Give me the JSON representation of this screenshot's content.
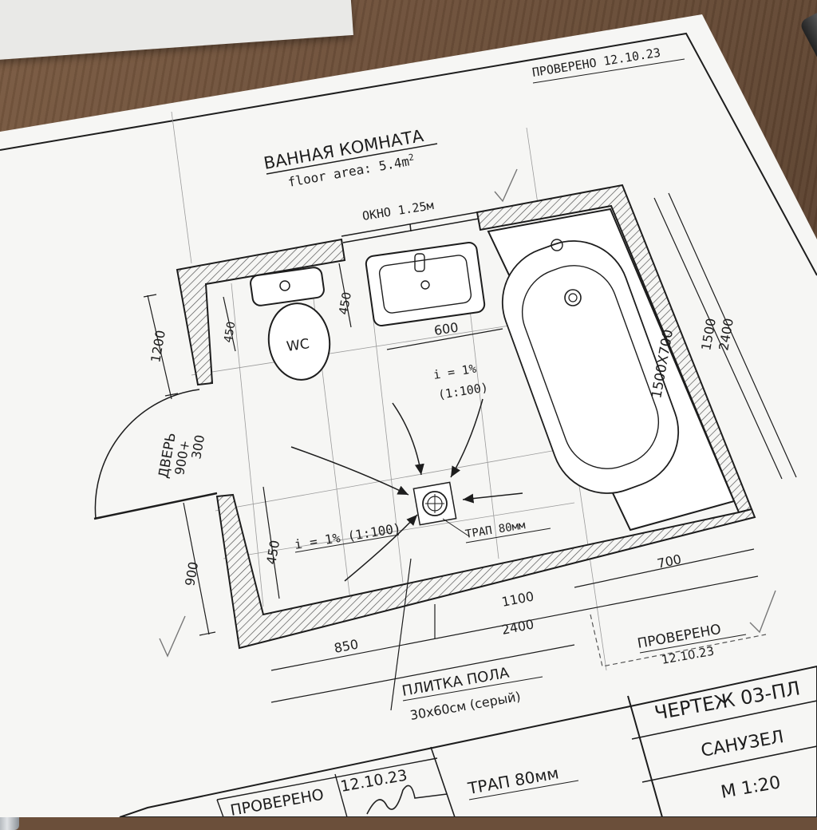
{
  "stamp_top": "ПРОВЕРЕНО 12.10.23",
  "room": {
    "title": "ВАННАЯ КОМНАТА",
    "area_prefix": "floor area: 5.4m",
    "area_sup": "2"
  },
  "window_label": "ОКНО 1.25м",
  "fixtures": {
    "wc": "WC",
    "bathtub": "1500Х700",
    "drain": "ТРАП 80мм"
  },
  "door": {
    "line1": "ДВЕРЬ",
    "line2": "900+",
    "line3": "300"
  },
  "dimensions": {
    "d1200": "1200",
    "d450_wc": "450",
    "d450_sink": "450",
    "d600": "600",
    "d450_low": "450",
    "d900": "900",
    "d1500": "1500",
    "d2400_r": "2400",
    "d700": "700",
    "d1100": "1100",
    "d2400_b": "2400",
    "d850": "850"
  },
  "slopes": {
    "upper": [
      "i = 1%",
      "(1:100)"
    ],
    "left": "i = 1% (1:100)"
  },
  "floor_tile": {
    "line1": "ПЛИТКА ПОЛА",
    "line2": "30x60см (серый)"
  },
  "stamp_bottom": {
    "line1": "ПРОВЕРЕНО",
    "line2": "12.10.23"
  },
  "title_block": {
    "drawing_no": "ЧЕРТЕЖ 03-ПЛ",
    "name": "САНУЗЕЛ",
    "scale": "М 1:20",
    "note": "ТРАП 80мм",
    "checked": "ПРОВЕРЕНО",
    "date": "12.10.23"
  },
  "colors": {
    "paper": "#f6f6f4",
    "ink": "#1d1d1d",
    "pencil": "#8a8a8a",
    "desk": "#6b4f3a"
  }
}
